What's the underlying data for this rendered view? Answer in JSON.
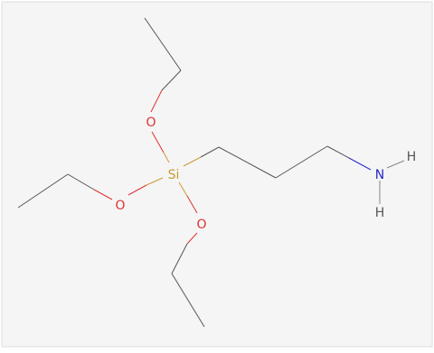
{
  "molecule": {
    "atoms": {
      "silicon": {
        "label": "Si",
        "color": "#c89b34"
      },
      "oxygen_top": {
        "label": "O",
        "color": "#e03030"
      },
      "oxygen_left": {
        "label": "O",
        "color": "#e03030"
      },
      "oxygen_bottom": {
        "label": "O",
        "color": "#e03030"
      },
      "nitrogen": {
        "label": "N",
        "color": "#2828c8"
      },
      "hydrogen_1": {
        "label": "H",
        "color": "#555555"
      },
      "hydrogen_2": {
        "label": "H",
        "color": "#555555"
      }
    },
    "colors": {
      "background": "#f5f5f5",
      "border": "#dddddd",
      "bond_carbon": "#555555"
    }
  }
}
